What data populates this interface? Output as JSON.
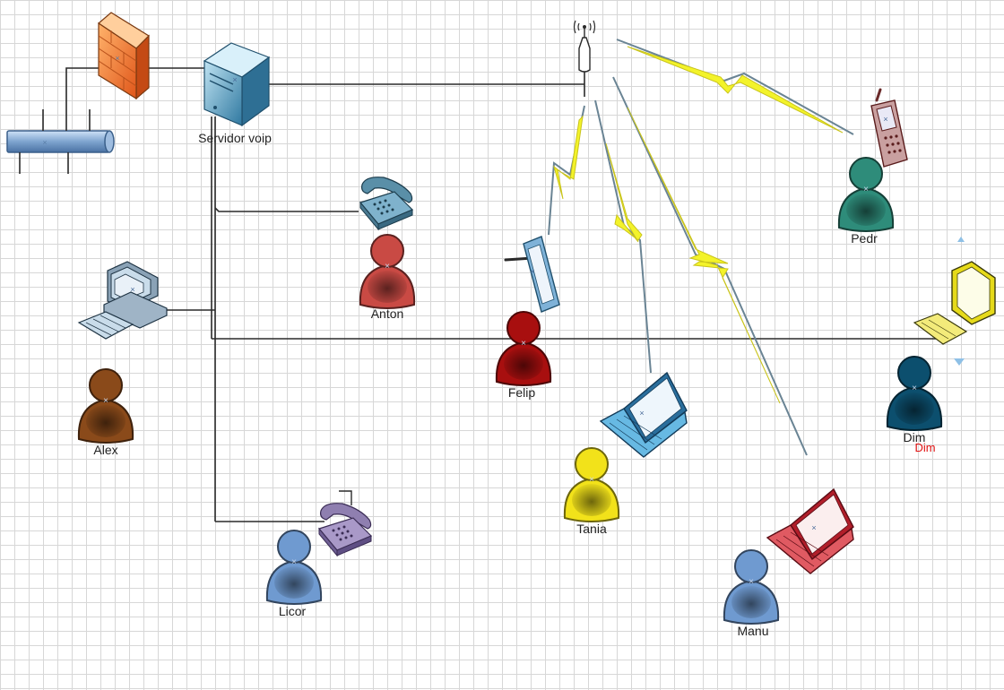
{
  "nodes": {
    "server": {
      "label": "Servidor voip",
      "icon": "server-icon"
    },
    "firewall": {
      "icon": "firewall-icon"
    },
    "pipe": {
      "icon": "network-pipe-icon"
    },
    "antenna": {
      "icon": "wireless-antenna-icon"
    },
    "desktop_pc": {
      "icon": "desktop-computer-icon"
    },
    "desk_phone_top": {
      "icon": "desk-phone-icon"
    },
    "desk_phone_bottom": {
      "icon": "desk-phone-icon"
    },
    "tablet": {
      "icon": "tablet-icon"
    },
    "mobile_phone": {
      "icon": "mobile-phone-icon"
    },
    "laptop_blue": {
      "icon": "laptop-icon"
    },
    "laptop_red": {
      "icon": "laptop-icon"
    },
    "monitor_yellow": {
      "icon": "monitor-icon"
    }
  },
  "users": [
    {
      "label": "Anton",
      "color": "#c94a44",
      "icon": "user-icon"
    },
    {
      "label": "Alex",
      "color": "#8a4a1a",
      "icon": "user-icon"
    },
    {
      "label": "Felip",
      "color": "#a80f0f",
      "icon": "user-icon"
    },
    {
      "label": "Tania",
      "color": "#f2e21a",
      "icon": "user-icon"
    },
    {
      "label": "Licor",
      "color": "#6f9ad0",
      "icon": "user-icon"
    },
    {
      "label": "Manu",
      "color": "#6f9ad0",
      "icon": "user-icon"
    },
    {
      "label": "Pedr",
      "color": "#2e8c7a",
      "icon": "user-icon"
    },
    {
      "label": "Dim",
      "label_shadow": "Dim",
      "color": "#0c4f6e",
      "icon": "user-icon"
    }
  ],
  "colors": {
    "wire": "#2a2a2a",
    "wireless_bolt": "#f3f32a",
    "wireless_line": "#6a8494",
    "grid": "#d7d7d7"
  }
}
